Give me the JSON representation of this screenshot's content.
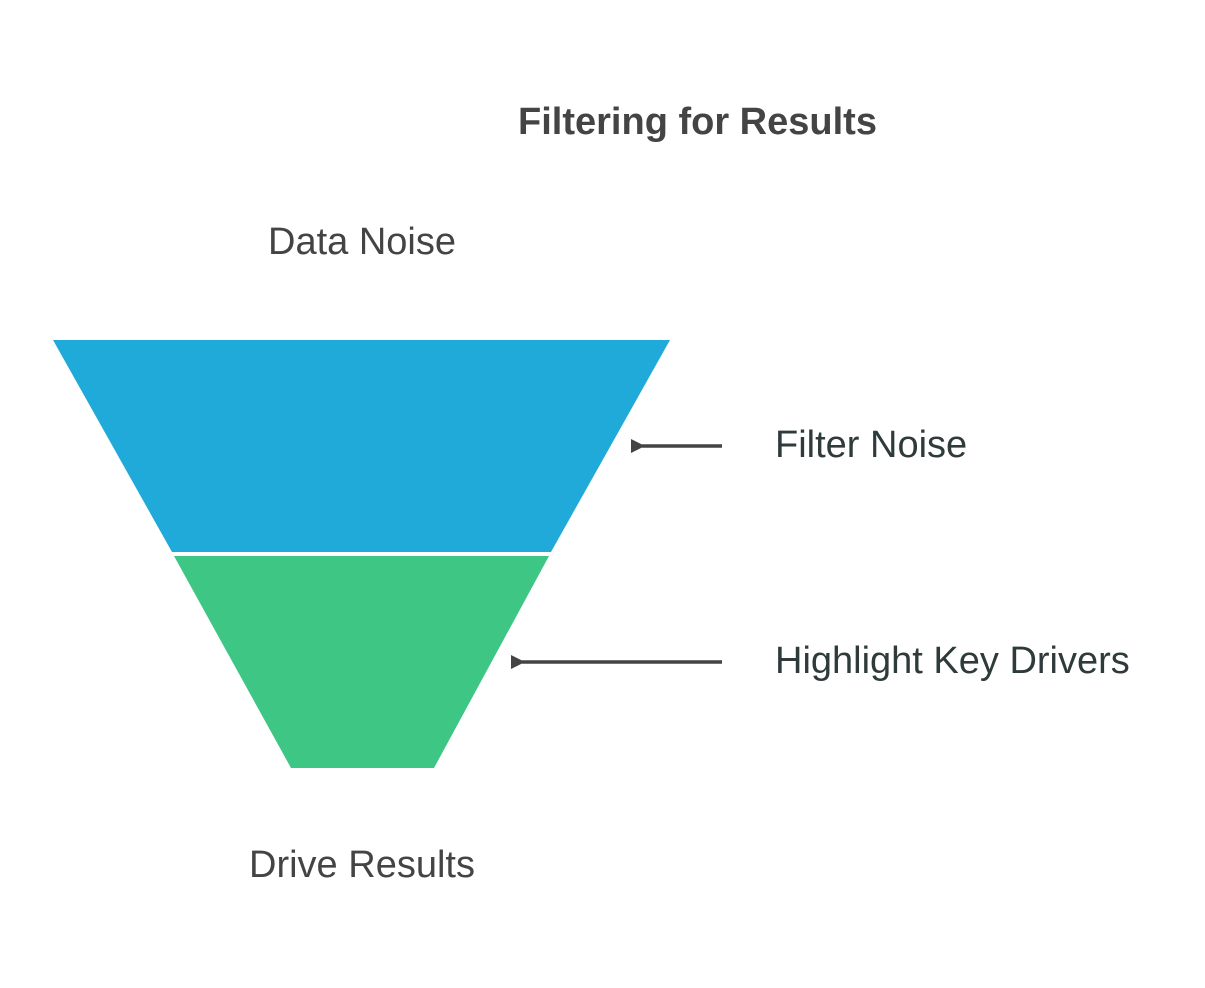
{
  "title": "Filtering for Results",
  "top_label": "Data Noise",
  "bottom_label": "Drive Results",
  "stages": [
    {
      "label": "Filter Noise",
      "color": "#1faad9"
    },
    {
      "label": "Highlight Key Drivers",
      "color": "#3ec685"
    }
  ],
  "arrow_color": "#444444"
}
